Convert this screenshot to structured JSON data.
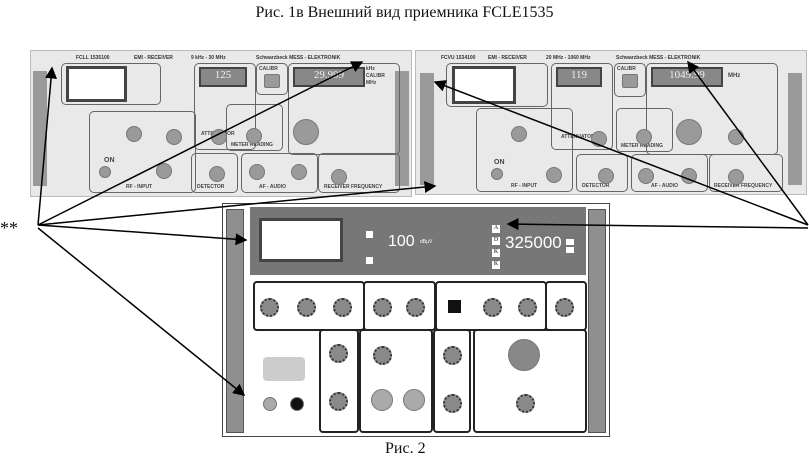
{
  "figure_title": "Рис. 1в Внешний вид приемника FCLE1535",
  "figure2_caption": "Рис. 2",
  "marker": "**",
  "panel_left": {
    "model": "FCLL 1535100",
    "type": "EMI - RECEIVER",
    "range": "9 kHz - 30 MHz",
    "brand": "Schwarzbeck MESS - ELEKTRONIK",
    "attenuator_display": "125",
    "frequency_display": "29.999",
    "freq_units": [
      "kHz",
      "CALIBR",
      "MHz"
    ],
    "calibr": "CALIBR",
    "sections": [
      "ATTENUATOR",
      "METER READING",
      "RF - INPUT",
      "DETECTOR",
      "AF - AUDIO",
      "RECEIVER FREQUENCY"
    ],
    "on": "ON"
  },
  "panel_right": {
    "model": "FCVU 1534100",
    "type": "EMI - RECEIVER",
    "range": "20 MHz - 1060 MHz",
    "brand": "Schwarzbeck MESS - ELEKTRONIK",
    "attenuator_display": "119",
    "frequency_display": "1049.99",
    "freq_unit": "MHz",
    "calibr": "CALIBR",
    "sections": [
      "ATTENUATOR",
      "METER READING",
      "RF - INPUT",
      "DETECTOR",
      "AF - AUDIO",
      "RECEIVER FREQUENCY"
    ],
    "on": "ON"
  },
  "panel_soft": {
    "level_value": "100",
    "level_unit": "dBµV",
    "frequency_value": "325000",
    "side_keys": [
      "A",
      "D",
      "K",
      "K"
    ]
  }
}
